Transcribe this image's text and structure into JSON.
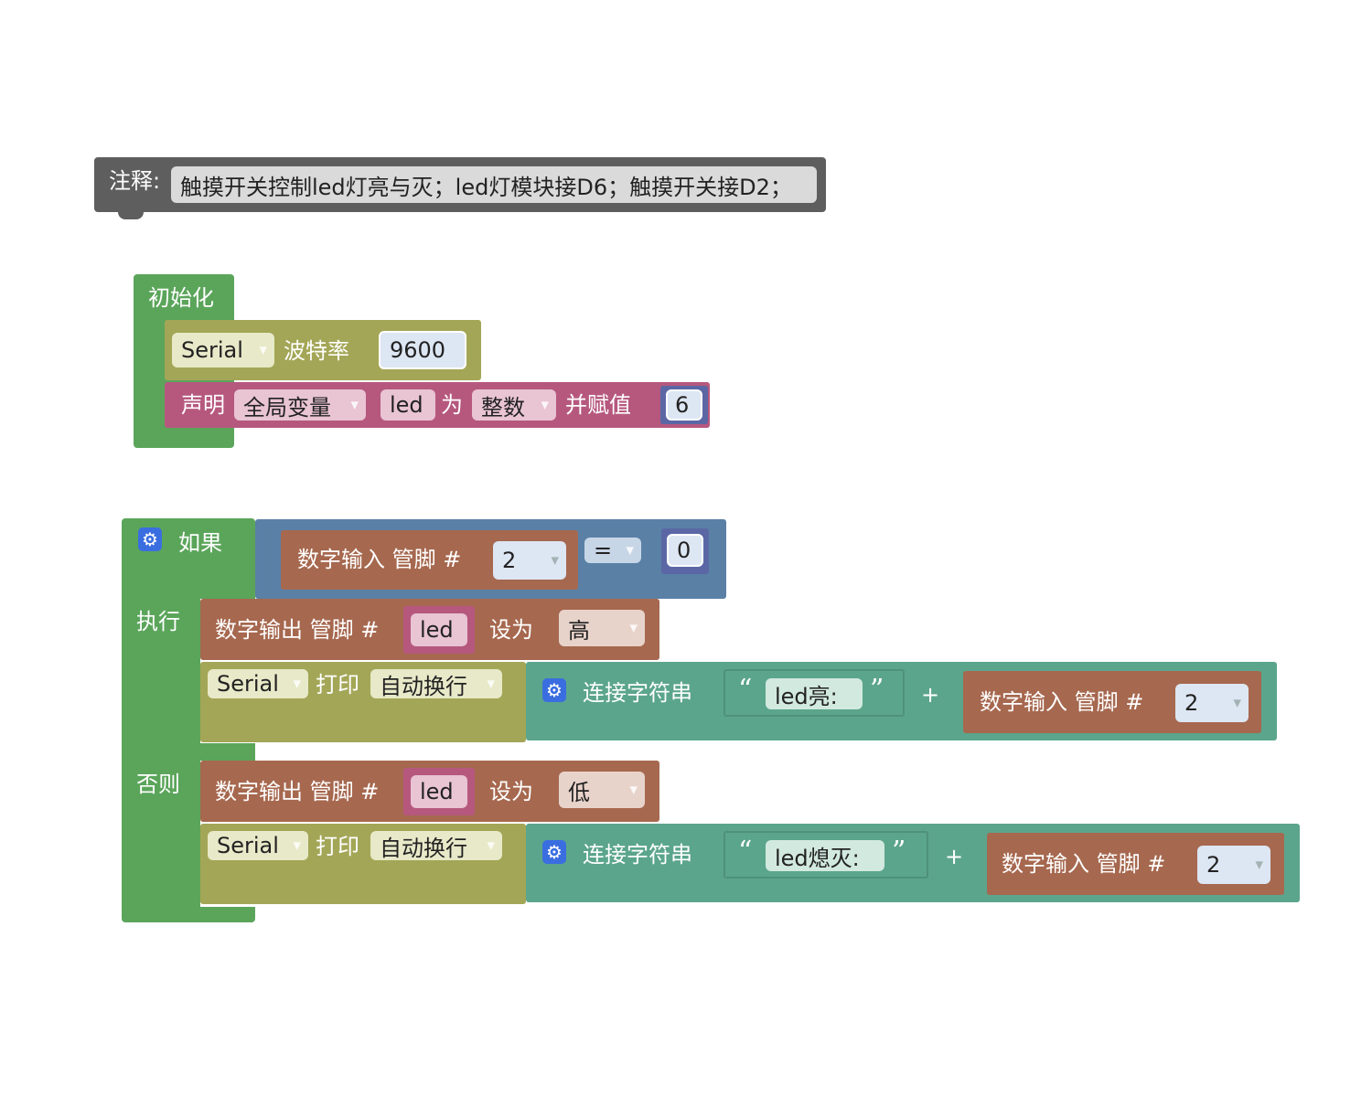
{
  "comment": {
    "label": "注释:",
    "text": "触摸开关控制led灯亮与灭；led灯模块接D6；触摸开关接D2；"
  },
  "setup": {
    "title": "初始化",
    "serial": {
      "port": "Serial",
      "label": "波特率",
      "baud": "9600"
    },
    "declare": {
      "label": "声明",
      "scope": "全局变量",
      "name": "led",
      "as_label": "为",
      "type": "整数",
      "assign_label": "并赋值",
      "value": "6"
    }
  },
  "if_block": {
    "if_label": "如果",
    "do_label": "执行",
    "else_label": "否则",
    "condition": {
      "read_label": "数字输入 管脚 #",
      "pin": "2",
      "operator": "=",
      "value": "0"
    },
    "then": {
      "write": {
        "label": "数字输出 管脚 #",
        "pin": "led",
        "set_label": "设为",
        "level": "高"
      },
      "print": {
        "port": "Serial",
        "label": "打印",
        "mode": "自动换行",
        "concat_label": "连接字符串",
        "text": "led亮:",
        "plus": "+",
        "read_label": "数字输入 管脚 #",
        "pin": "2"
      }
    },
    "else": {
      "write": {
        "label": "数字输出 管脚 #",
        "pin": "led",
        "set_label": "设为",
        "level": "低"
      },
      "print": {
        "port": "Serial",
        "label": "打印",
        "mode": "自动换行",
        "concat_label": "连接字符串",
        "text": "led熄灭:",
        "plus": "+",
        "read_label": "数字输入 管脚 #",
        "pin": "2"
      }
    }
  },
  "colors": {
    "comment": "#5e5e5e",
    "control": "#5ba55b",
    "serial": "#a3a656",
    "variable": "#b6587e",
    "logic": "#5a80a6",
    "io": "#a6684f",
    "text": "#5ba58c",
    "math": "#5b67a5"
  }
}
